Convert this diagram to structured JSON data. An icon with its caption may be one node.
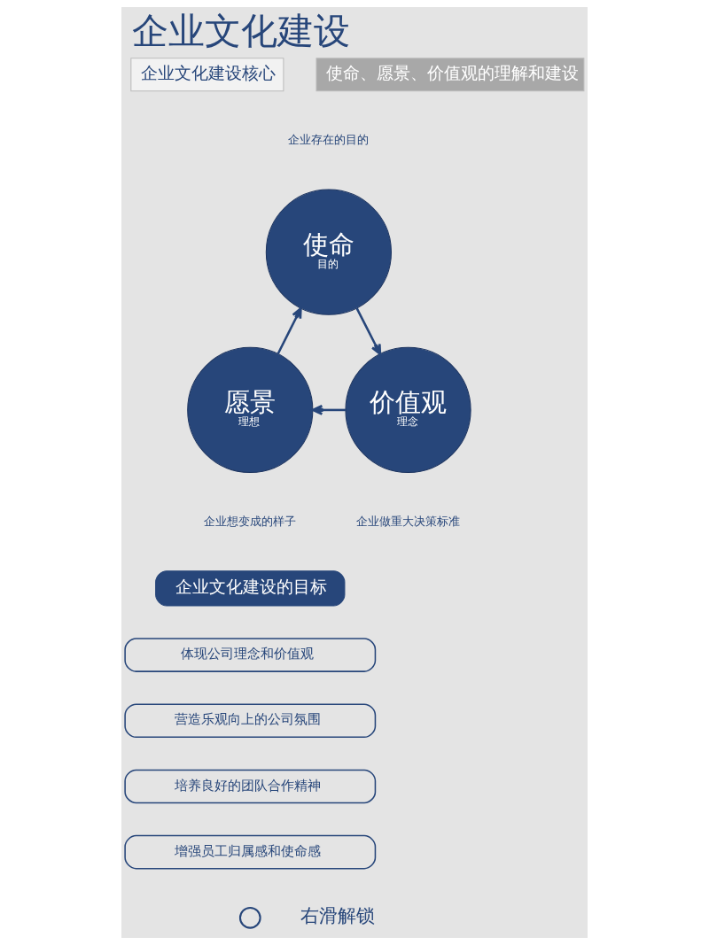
{
  "diagram": {
    "title": "企业文化建设",
    "nodes": [
      {
        "text": [
          "企业文化建设核心"
        ]
      },
      {
        "text": [
          "使命、愿景、价值观的理解和建设"
        ]
      },
      {
        "text": [
          "使命",
          "目的"
        ],
        "beside": [
          "企业存在的目的"
        ]
      },
      {
        "text": [
          "愿景",
          "理想"
        ],
        "beside": [
          "企业想变成的样子"
        ]
      },
      {
        "text": [
          "价值观",
          "理念"
        ],
        "beside": [
          "企业做重大决策标准"
        ]
      },
      {
        "text": [
          "企业文化建设的目标"
        ]
      },
      {
        "text": [
          "体现公司理念和价值观"
        ]
      },
      {
        "text": [
          "营造乐观向上的公司氛围"
        ]
      },
      {
        "text": [
          "培养良好的团队合作精神"
        ]
      },
      {
        "text": [
          "增强员工归属感和使命感"
        ]
      },
      {
        "text": [],
        "shape": "circle"
      }
    ],
    "edges": [
      {
        "from": 3,
        "to": 2,
        "arrow": "to"
      },
      {
        "from": 2,
        "to": 4,
        "arrow": "to"
      },
      {
        "from": 4,
        "to": 3,
        "arrow": "to"
      }
    ],
    "labels": [
      "右滑解锁"
    ]
  }
}
